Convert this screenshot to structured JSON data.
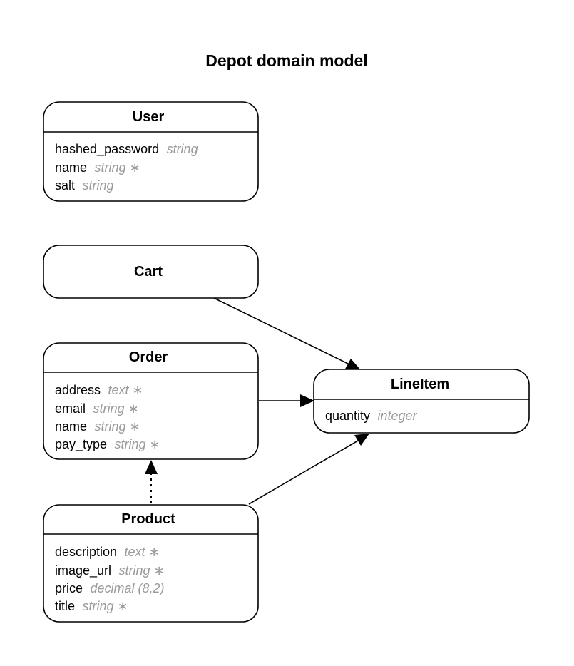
{
  "title": "Depot domain model",
  "entities": {
    "user": {
      "name": "User",
      "attributes": [
        {
          "name": "hashed_password",
          "type": "string"
        },
        {
          "name": "name",
          "type": "string ∗"
        },
        {
          "name": "salt",
          "type": "string"
        }
      ]
    },
    "cart": {
      "name": "Cart",
      "attributes": []
    },
    "order": {
      "name": "Order",
      "attributes": [
        {
          "name": "address",
          "type": "text ∗"
        },
        {
          "name": "email",
          "type": "string ∗"
        },
        {
          "name": "name",
          "type": "string ∗"
        },
        {
          "name": "pay_type",
          "type": "string ∗"
        }
      ]
    },
    "lineitem": {
      "name": "LineItem",
      "attributes": [
        {
          "name": "quantity",
          "type": "integer"
        }
      ]
    },
    "product": {
      "name": "Product",
      "attributes": [
        {
          "name": "description",
          "type": "text ∗"
        },
        {
          "name": "image_url",
          "type": "string ∗"
        },
        {
          "name": "price",
          "type": "decimal (8,2)"
        },
        {
          "name": "title",
          "type": "string ∗"
        }
      ]
    }
  },
  "relationships": [
    {
      "from": "Cart",
      "to": "LineItem",
      "style": "solid"
    },
    {
      "from": "Order",
      "to": "LineItem",
      "style": "solid"
    },
    {
      "from": "Product",
      "to": "LineItem",
      "style": "solid"
    },
    {
      "from": "Product",
      "to": "Order",
      "style": "dotted"
    }
  ]
}
